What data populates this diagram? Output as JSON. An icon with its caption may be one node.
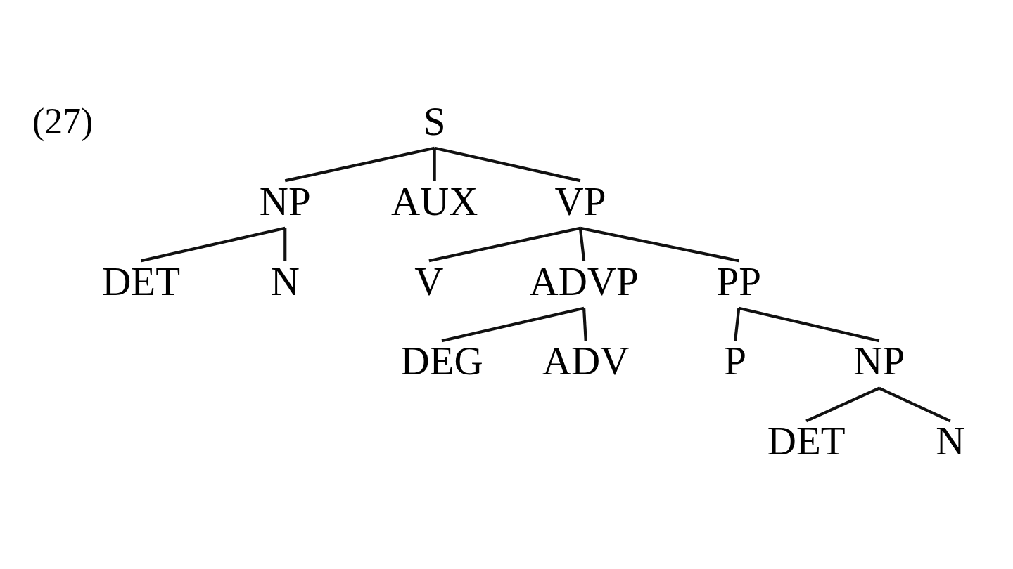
{
  "diagram": {
    "nodes": [
      {
        "text": [
          "S"
        ]
      },
      {
        "text": [
          "NP"
        ]
      },
      {
        "text": [
          "AUX"
        ]
      },
      {
        "text": [
          "VP"
        ]
      },
      {
        "text": [
          "DET"
        ]
      },
      {
        "text": [
          "N"
        ]
      },
      {
        "text": [
          "V"
        ]
      },
      {
        "text": [
          "ADVP"
        ]
      },
      {
        "text": [
          "PP"
        ]
      },
      {
        "text": [
          "DEG"
        ]
      },
      {
        "text": [
          "ADV"
        ]
      },
      {
        "text": [
          "P"
        ]
      },
      {
        "text": [
          "NP"
        ]
      },
      {
        "text": [
          "DET"
        ]
      },
      {
        "text": [
          "N"
        ]
      }
    ],
    "edges": [
      {
        "from": 0,
        "to": 1,
        "arrow": "none"
      },
      {
        "from": 0,
        "to": 2,
        "arrow": "none"
      },
      {
        "from": 0,
        "to": 3,
        "arrow": "none"
      },
      {
        "from": 1,
        "to": 4,
        "arrow": "none"
      },
      {
        "from": 1,
        "to": 5,
        "arrow": "none"
      },
      {
        "from": 3,
        "to": 6,
        "arrow": "none"
      },
      {
        "from": 3,
        "to": 7,
        "arrow": "none"
      },
      {
        "from": 3,
        "to": 8,
        "arrow": "none"
      },
      {
        "from": 7,
        "to": 9,
        "arrow": "none"
      },
      {
        "from": 7,
        "to": 10,
        "arrow": "none"
      },
      {
        "from": 8,
        "to": 11,
        "arrow": "none"
      },
      {
        "from": 8,
        "to": 12,
        "arrow": "none"
      },
      {
        "from": 12,
        "to": 13,
        "arrow": "none"
      },
      {
        "from": 12,
        "to": 14,
        "arrow": "none"
      }
    ],
    "labels": [
      "(27)"
    ]
  }
}
